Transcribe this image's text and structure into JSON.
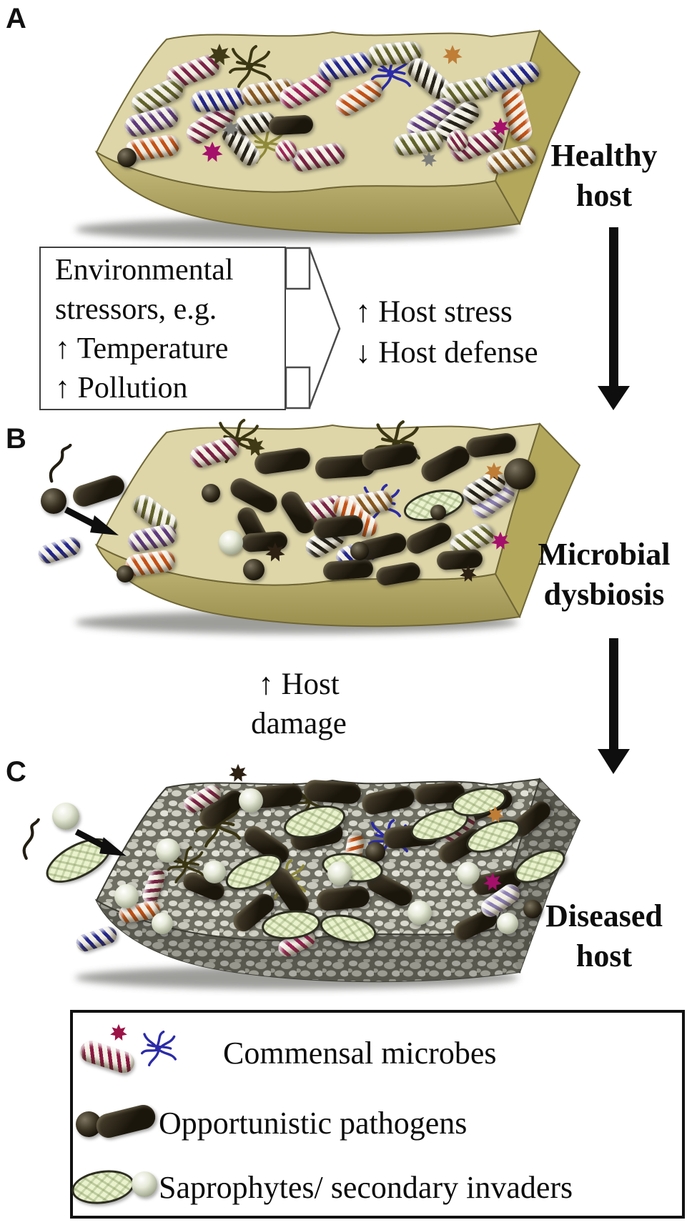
{
  "figure": {
    "panels": [
      {
        "label": "A",
        "caption": [
          "Healthy",
          "host"
        ]
      },
      {
        "label": "B",
        "caption": [
          "Microbial",
          "dysbiosis"
        ]
      },
      {
        "label": "C",
        "caption": [
          "Diseased",
          "host"
        ]
      }
    ]
  },
  "stressor_box": {
    "lines": [
      "Environmental",
      "stressors, e.g.",
      "↑ Temperature",
      "↑ Pollution"
    ]
  },
  "transition_ab": {
    "lines": [
      "↑ Host stress",
      "↓ Host defense"
    ]
  },
  "transition_bc": {
    "lines": [
      "↑ Host",
      "damage"
    ]
  },
  "legend": {
    "rows": [
      {
        "label": "Commensal microbes",
        "icons": [
          "commensal-star",
          "commensal-rod",
          "commensal-filament"
        ]
      },
      {
        "label": "Opportunistic pathogens",
        "icons": [
          "pathogen-coccus",
          "pathogen-rod"
        ]
      },
      {
        "label": "Saprophytes/ secondary invaders",
        "icons": [
          "saprophyte-oval",
          "saprophyte-sphere"
        ]
      }
    ]
  },
  "colors": {
    "text": "#0c0c0c",
    "arrow": "#0e0e0e",
    "box_border": "#3f3f3f",
    "block_arrow_stroke": "#4a4a4a",
    "legend_border": "#111111",
    "rod_body": "#f3f0e5",
    "stripes": {
      "maroon": "#7c2346",
      "navy": "#23268c",
      "orange": "#c55318",
      "olive": "#63652c",
      "brown": "#8a5a22",
      "black": "#26231b",
      "purple": "#5d3a7d",
      "crimson": "#a02458",
      "lavender": "#8d80b5",
      "legend": "#8c1a42"
    },
    "stars": {
      "darkolive": "#403a16",
      "gray": "#7d7d7a",
      "magenta": "#a5106b",
      "orange": "#bf7d36",
      "dark": "#2c2113",
      "legendstar": "#9c1348"
    },
    "filaments": {
      "dark": "#3a3512",
      "navy": "#2b2ba8",
      "oliveY": "#8f8a3a"
    },
    "slab": {
      "healthy": {
        "top": "#ded6a9",
        "side": "#b3a75c",
        "front1": "#cabf80",
        "front2": "#9b8f4e",
        "stroke": "#6f6636"
      },
      "diseased": {
        "top": "#b9b9af",
        "side": "#8c8c82",
        "front1": "#a3a399",
        "front2": "#6b6b62",
        "stroke": "#3b3b33",
        "rock_bg": "#6e6e62",
        "rocks": [
          "#d9d9cf",
          "#c7c7bb",
          "#e2e2d8",
          "#cfcfc3",
          "#bdbdb1",
          "#c3c3b7"
        ]
      }
    }
  },
  "scenes": {
    "a": {
      "slab": "healthy",
      "microbes": [
        [
          "fil",
          295,
          78,
          0,
          "dark",
          60
        ],
        [
          "fil",
          492,
          88,
          0,
          "navy",
          56
        ],
        [
          "fil",
          318,
          188,
          0,
          "oliveY",
          52
        ],
        [
          "rod",
          215,
          85,
          -20,
          "maroon"
        ],
        [
          "rod",
          165,
          120,
          -25,
          "olive"
        ],
        [
          "rod",
          157,
          155,
          -15,
          "purple"
        ],
        [
          "rod",
          158,
          192,
          -8,
          "orange"
        ],
        [
          "rod",
          240,
          158,
          -35,
          "maroon"
        ],
        [
          "rod",
          250,
          125,
          -5,
          "navy"
        ],
        [
          "rod",
          320,
          114,
          -10,
          "brown"
        ],
        [
          "rod",
          372,
          112,
          -25,
          "crimson"
        ],
        [
          "rod",
          282,
          188,
          50,
          "black",
          66,
          28
        ],
        [
          "rod",
          390,
          205,
          -12,
          "maroon"
        ],
        [
          "rod",
          447,
          122,
          -30,
          "orange",
          70
        ],
        [
          "rod",
          428,
          78,
          -12,
          "navy"
        ],
        [
          "rod",
          497,
          60,
          -5,
          "olive"
        ],
        [
          "rod",
          545,
          95,
          42,
          "black",
          70
        ],
        [
          "rod",
          598,
          112,
          -12,
          "olive"
        ],
        [
          "rod",
          668,
          145,
          75,
          "orange",
          78
        ],
        [
          "rod",
          662,
          92,
          -15,
          "navy"
        ],
        [
          "rod",
          612,
          188,
          -20,
          "maroon"
        ],
        [
          "rod",
          548,
          150,
          -35,
          "purple"
        ],
        [
          "rod",
          585,
          155,
          -40,
          "black",
          70
        ],
        [
          "rod",
          530,
          185,
          -8,
          "olive",
          70
        ],
        [
          "rod",
          660,
          208,
          -15,
          "brown",
          70
        ],
        [
          "rod",
          302,
          158,
          -10,
          "black",
          56,
          28
        ],
        [
          "brod",
          352,
          160,
          -3,
          null,
          62,
          26
        ],
        [
          "coccus",
          122,
          205,
          0,
          null,
          27
        ],
        [
          "ball",
          345,
          196,
          0,
          "crimson",
          30
        ],
        [
          "ball",
          585,
          182,
          0,
          "maroon",
          30
        ],
        [
          "star",
          252,
          62,
          0,
          "darkolive",
          34
        ],
        [
          "star",
          268,
          165,
          0,
          "gray",
          26
        ],
        [
          "star",
          242,
          198,
          0,
          "magenta",
          32
        ],
        [
          "star",
          578,
          62,
          0,
          "orange",
          30
        ],
        [
          "star",
          645,
          163,
          0,
          "magenta",
          28
        ],
        [
          "star",
          545,
          208,
          0,
          "gray",
          24
        ]
      ]
    },
    "b": {
      "slab": "healthy",
      "microbes": [
        [
          "flag",
          35,
          84,
          0,
          null,
          50,
          56
        ],
        [
          "brod",
          83,
          122,
          -18,
          null,
          74,
          30
        ],
        [
          "coccus",
          20,
          136,
          0,
          null,
          36
        ],
        [
          "arrow",
          73,
          164,
          0,
          null,
          80
        ],
        [
          "fil",
          278,
          52,
          0,
          "dark",
          62
        ],
        [
          "fil",
          500,
          56,
          0,
          "dark",
          66
        ],
        [
          "fil",
          478,
          140,
          0,
          "navy",
          56
        ],
        [
          "rod",
          245,
          68,
          -18,
          "maroon",
          70
        ],
        [
          "rod",
          162,
          155,
          38,
          "olive",
          70
        ],
        [
          "rod",
          158,
          188,
          -12,
          "purple",
          68
        ],
        [
          "rod",
          155,
          223,
          -8,
          "orange",
          70
        ],
        [
          "rod",
          458,
          140,
          -10,
          "brown",
          72
        ],
        [
          "rod",
          395,
          148,
          -15,
          "maroon",
          70
        ],
        [
          "rod",
          442,
          158,
          40,
          "orange",
          72
        ],
        [
          "rod",
          635,
          135,
          -35,
          "lavender",
          66
        ],
        [
          "rod",
          622,
          118,
          -30,
          "black",
          64
        ],
        [
          "rod",
          605,
          190,
          -25,
          "olive",
          64
        ],
        [
          "rod",
          445,
          210,
          -18,
          "navy",
          60
        ],
        [
          "rod",
          400,
          193,
          -30,
          "black",
          58
        ],
        [
          "rod",
          28,
          205,
          -18,
          "navy",
          60,
          26
        ],
        [
          "brod",
          340,
          80,
          -8,
          null,
          78,
          30
        ],
        [
          "brod",
          428,
          88,
          -4,
          null,
          84,
          30
        ],
        [
          "brod",
          300,
          128,
          28,
          null,
          70,
          28
        ],
        [
          "brod",
          362,
          152,
          58,
          null,
          64,
          28
        ],
        [
          "brod",
          298,
          172,
          62,
          null,
          58,
          26
        ],
        [
          "brod",
          315,
          193,
          -4,
          null,
          64,
          26
        ],
        [
          "brod",
          490,
          74,
          -10,
          null,
          78,
          30
        ],
        [
          "brod",
          568,
          84,
          -28,
          null,
          72,
          30
        ],
        [
          "brod",
          632,
          58,
          -8,
          null,
          70,
          28
        ],
        [
          "brod",
          418,
          172,
          -6,
          null,
          70,
          28
        ],
        [
          "brod",
          478,
          200,
          -14,
          null,
          72,
          28
        ],
        [
          "brod",
          545,
          188,
          -24,
          null,
          66,
          28
        ],
        [
          "brod",
          588,
          218,
          -4,
          null,
          64,
          26
        ],
        [
          "brod",
          432,
          232,
          -4,
          null,
          70,
          26
        ],
        [
          "brod",
          502,
          238,
          -10,
          null,
          62,
          26
        ],
        [
          "oval",
          552,
          142,
          -14,
          null,
          86,
          40
        ],
        [
          "sphere",
          268,
          194,
          0,
          null,
          34
        ],
        [
          "coccus",
          300,
          232,
          0,
          null,
          30
        ],
        [
          "coccus",
          448,
          206,
          0,
          null,
          26
        ],
        [
          "coccus",
          558,
          152,
          0,
          null,
          22
        ],
        [
          "coccus",
          672,
          98,
          0,
          null,
          44
        ],
        [
          "coccus",
          120,
          238,
          0,
          null,
          24
        ],
        [
          "coccus",
          240,
          125,
          0,
          null,
          26
        ],
        [
          "star",
          302,
          60,
          0,
          "darkolive",
          30
        ],
        [
          "star",
          636,
          95,
          0,
          "orange",
          28
        ],
        [
          "star",
          645,
          192,
          0,
          "magenta",
          28
        ],
        [
          "star",
          330,
          208,
          0,
          "dark",
          30
        ],
        [
          "star",
          600,
          238,
          0,
          "dark",
          26
        ]
      ]
    },
    "c": {
      "slab": "diseased",
      "microbes": [
        [
          "sphere",
          37,
          80,
          0,
          null,
          38
        ],
        [
          "flag",
          -5,
          112,
          -10,
          null,
          50,
          56
        ],
        [
          "oval",
          55,
          142,
          -28,
          null,
          100,
          46
        ],
        [
          "arrow",
          86,
          117,
          0,
          null,
          76
        ],
        [
          "fil",
          250,
          92,
          0,
          "dark",
          64
        ],
        [
          "fil",
          378,
          58,
          0,
          "dark",
          56
        ],
        [
          "fil",
          205,
          148,
          0,
          "dark",
          52
        ],
        [
          "fil",
          488,
          112,
          0,
          "navy",
          56
        ],
        [
          "fil",
          345,
          168,
          0,
          "oliveY",
          56
        ],
        [
          "brod",
          255,
          70,
          -35,
          null,
          70,
          28
        ],
        [
          "brod",
          330,
          52,
          -5,
          null,
          76,
          30
        ],
        [
          "brod",
          410,
          46,
          4,
          null,
          80,
          30
        ],
        [
          "brod",
          488,
          58,
          -12,
          null,
          74,
          30
        ],
        [
          "brod",
          560,
          48,
          -4,
          null,
          70,
          28
        ],
        [
          "brod",
          628,
          64,
          -22,
          null,
          70,
          28
        ],
        [
          "brod",
          688,
          84,
          -40,
          null,
          62,
          26
        ],
        [
          "brod",
          318,
          120,
          35,
          null,
          70,
          28
        ],
        [
          "brod",
          388,
          108,
          -12,
          null,
          74,
          30
        ],
        [
          "brod",
          520,
          108,
          -6,
          null,
          78,
          30
        ],
        [
          "brod",
          590,
          122,
          -30,
          null,
          68,
          28
        ],
        [
          "brod",
          350,
          185,
          55,
          null,
          72,
          30
        ],
        [
          "brod",
          300,
          215,
          -40,
          null,
          66,
          28
        ],
        [
          "brod",
          425,
          195,
          -6,
          null,
          74,
          30
        ],
        [
          "brod",
          490,
          182,
          28,
          null,
          68,
          28
        ],
        [
          "brod",
          640,
          172,
          -12,
          null,
          70,
          28
        ],
        [
          "brod",
          610,
          232,
          -26,
          null,
          64,
          26
        ],
        [
          "brod",
          230,
          178,
          22,
          null,
          60,
          26
        ],
        [
          "rod",
          228,
          56,
          -28,
          "maroon",
          56,
          24
        ],
        [
          "rod",
          160,
          178,
          -70,
          "maroon",
          50,
          22
        ],
        [
          "rod",
          140,
          214,
          -10,
          "orange",
          58,
          24
        ],
        [
          "rod",
          585,
          95,
          -35,
          "maroon",
          54,
          24
        ],
        [
          "rod",
          645,
          198,
          -35,
          "lavender",
          60,
          26
        ],
        [
          "rod",
          80,
          252,
          -18,
          "navy",
          58,
          24
        ],
        [
          "rod",
          440,
          130,
          -80,
          "orange",
          52,
          24
        ],
        [
          "rod",
          360,
          258,
          -25,
          "crimson",
          54,
          24
        ],
        [
          "oval",
          385,
          88,
          -14,
          null,
          88,
          42
        ],
        [
          "oval",
          300,
          158,
          -24,
          null,
          84,
          40
        ],
        [
          "oval",
          438,
          152,
          8,
          null,
          86,
          40
        ],
        [
          "oval",
          560,
          92,
          -18,
          null,
          84,
          40
        ],
        [
          "oval",
          615,
          60,
          -12,
          null,
          78,
          38
        ],
        [
          "oval",
          635,
          108,
          -22,
          null,
          80,
          38
        ],
        [
          "oval",
          352,
          232,
          -6,
          null,
          82,
          40
        ],
        [
          "oval",
          432,
          238,
          12,
          null,
          80,
          38
        ],
        [
          "oval",
          700,
          150,
          -25,
          null,
          76,
          38
        ],
        [
          "sphere",
          296,
          58,
          0,
          null,
          34
        ],
        [
          "sphere",
          180,
          128,
          0,
          null,
          34
        ],
        [
          "sphere",
          122,
          192,
          0,
          null,
          34
        ],
        [
          "sphere",
          245,
          158,
          0,
          null,
          32
        ],
        [
          "sphere",
          420,
          160,
          0,
          null,
          34
        ],
        [
          "sphere",
          532,
          215,
          0,
          null,
          34
        ],
        [
          "sphere",
          600,
          160,
          0,
          null,
          32
        ],
        [
          "sphere",
          655,
          230,
          0,
          null,
          30
        ],
        [
          "sphere",
          172,
          230,
          0,
          null,
          30
        ],
        [
          "star",
          634,
          172,
          0,
          "magenta",
          28
        ],
        [
          "star",
          638,
          78,
          0,
          "orange",
          26
        ],
        [
          "star",
          278,
          20,
          0,
          "dark",
          28
        ],
        [
          "coccus",
          470,
          130,
          0,
          null,
          28
        ],
        [
          "coccus",
          690,
          210,
          0,
          null,
          26
        ]
      ]
    }
  }
}
